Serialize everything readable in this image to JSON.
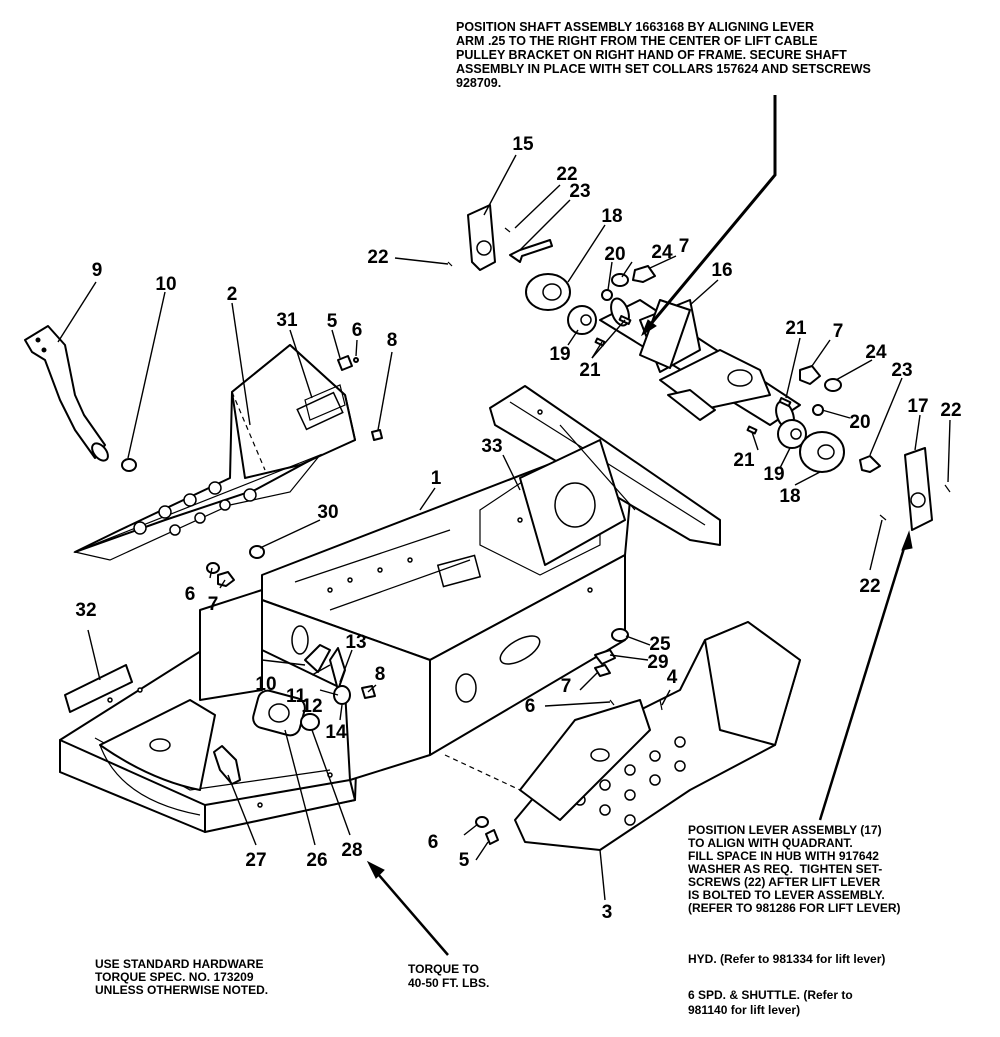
{
  "notes": {
    "top": "POSITION SHAFT ASSEMBLY 1663168 BY ALIGNING LEVER\nARM .25 TO THE RIGHT FROM THE CENTER OF LIFT CABLE\nPULLEY BRACKET ON RIGHT HAND OF FRAME. SECURE SHAFT\nASSEMBLY IN PLACE WITH SET COLLARS 157624 AND SETSCREWS\n928709.",
    "lever": "POSITION LEVER ASSEMBLY (17)\nTO ALIGN WITH QUADRANT.\nFILL SPACE IN HUB WITH 917642\nWASHER AS REQ.  TIGHTEN SET-\nSCREWS (22) AFTER LIFT LEVER\nIS BOLTED TO LEVER ASSEMBLY.\n(REFER TO 981286 FOR LIFT LEVER)",
    "hyd": "HYD. (Refer to 981334 for lift lever)",
    "spd": "6 SPD. & SHUTTLE. (Refer to\n981140 for lift lever)",
    "torque_std": "USE STANDARD HARDWARE\nTORQUE SPEC. NO. 173209\nUNLESS OTHERWISE NOTED.",
    "torque_40": "TORQUE TO\n40-50 FT. LBS."
  },
  "callouts": [
    {
      "id": "c15",
      "text": "15"
    },
    {
      "id": "c22a",
      "text": "22"
    },
    {
      "id": "c23a",
      "text": "23"
    },
    {
      "id": "c22b",
      "text": "22"
    },
    {
      "id": "c18a",
      "text": "18"
    },
    {
      "id": "c24a",
      "text": "24"
    },
    {
      "id": "c20a",
      "text": "20"
    },
    {
      "id": "c7a",
      "text": "7"
    },
    {
      "id": "c16",
      "text": "16"
    },
    {
      "id": "c19a",
      "text": "19"
    },
    {
      "id": "c21a",
      "text": "21"
    },
    {
      "id": "c21b",
      "text": "21"
    },
    {
      "id": "c7b",
      "text": "7"
    },
    {
      "id": "c24b",
      "text": "24"
    },
    {
      "id": "c23b",
      "text": "23"
    },
    {
      "id": "c17",
      "text": "17"
    },
    {
      "id": "c22c",
      "text": "22"
    },
    {
      "id": "c20b",
      "text": "20"
    },
    {
      "id": "c21c",
      "text": "21"
    },
    {
      "id": "c19b",
      "text": "19"
    },
    {
      "id": "c18b",
      "text": "18"
    },
    {
      "id": "c22d",
      "text": "22"
    },
    {
      "id": "c9",
      "text": "9"
    },
    {
      "id": "c10a",
      "text": "10"
    },
    {
      "id": "c2",
      "text": "2"
    },
    {
      "id": "c31",
      "text": "31"
    },
    {
      "id": "c5a",
      "text": "5"
    },
    {
      "id": "c6a",
      "text": "6"
    },
    {
      "id": "c8a",
      "text": "8"
    },
    {
      "id": "c1",
      "text": "1"
    },
    {
      "id": "c33",
      "text": "33"
    },
    {
      "id": "c30",
      "text": "30"
    },
    {
      "id": "c6b",
      "text": "6"
    },
    {
      "id": "c7c",
      "text": "7"
    },
    {
      "id": "c32",
      "text": "32"
    },
    {
      "id": "c10b",
      "text": "10"
    },
    {
      "id": "c11",
      "text": "11"
    },
    {
      "id": "c13",
      "text": "13"
    },
    {
      "id": "c12",
      "text": "12"
    },
    {
      "id": "c8b",
      "text": "8"
    },
    {
      "id": "c14",
      "text": "14"
    },
    {
      "id": "c25",
      "text": "25"
    },
    {
      "id": "c29",
      "text": "29"
    },
    {
      "id": "c4",
      "text": "4"
    },
    {
      "id": "c7d",
      "text": "7"
    },
    {
      "id": "c6c",
      "text": "6"
    },
    {
      "id": "c6d",
      "text": "6"
    },
    {
      "id": "c5b",
      "text": "5"
    },
    {
      "id": "c3",
      "text": "3"
    },
    {
      "id": "c27",
      "text": "27"
    },
    {
      "id": "c26",
      "text": "26"
    },
    {
      "id": "c28",
      "text": "28"
    }
  ]
}
